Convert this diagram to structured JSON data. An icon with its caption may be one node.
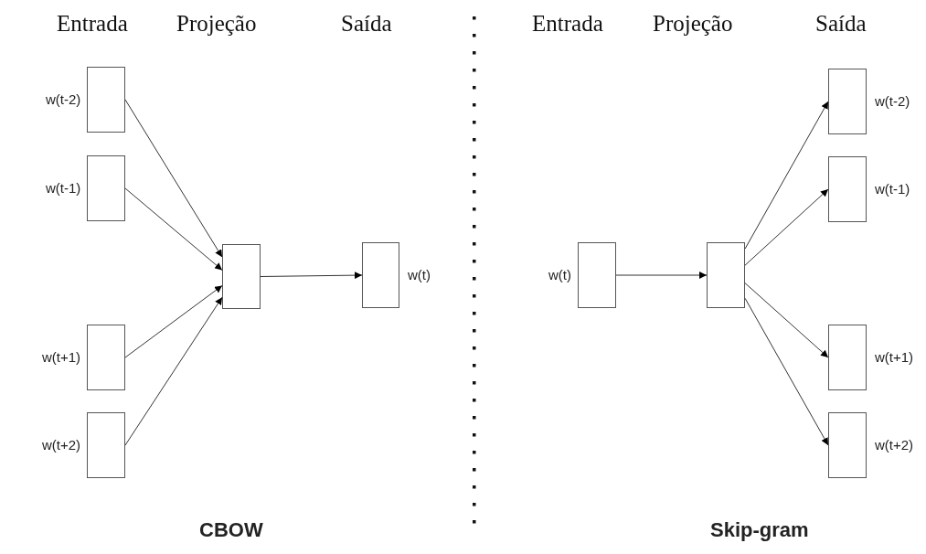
{
  "diagram": {
    "nodes": [
      {
        "text": [],
        "shape": "box",
        "beside": [
          "w(t-2)"
        ]
      },
      {
        "text": [],
        "shape": "box",
        "beside": [
          "w(t-1)"
        ]
      },
      {
        "text": [],
        "shape": "box",
        "beside": [
          "w(t+1)"
        ]
      },
      {
        "text": [],
        "shape": "box",
        "beside": [
          "w(t+2)"
        ]
      },
      {
        "text": [],
        "shape": "box"
      },
      {
        "text": [],
        "shape": "box",
        "beside": [
          "w(t)"
        ]
      },
      {
        "text": [],
        "shape": "box",
        "beside": [
          "w(t)"
        ]
      },
      {
        "text": [],
        "shape": "box"
      },
      {
        "text": [],
        "shape": "box",
        "beside": [
          "w(t-2)"
        ]
      },
      {
        "text": [],
        "shape": "box",
        "beside": [
          "w(t-1)"
        ]
      },
      {
        "text": [],
        "shape": "box",
        "beside": [
          "w(t+1)"
        ]
      },
      {
        "text": [],
        "shape": "box",
        "beside": [
          "w(t+2)"
        ]
      }
    ],
    "edges": [
      {
        "from": 0,
        "to": 4,
        "arrow": "to"
      },
      {
        "from": 1,
        "to": 4,
        "arrow": "to"
      },
      {
        "from": 2,
        "to": 4,
        "arrow": "to"
      },
      {
        "from": 3,
        "to": 4,
        "arrow": "to"
      },
      {
        "from": 4,
        "to": 5,
        "arrow": "to"
      },
      {
        "from": 6,
        "to": 7,
        "arrow": "to"
      },
      {
        "from": 7,
        "to": 8,
        "arrow": "to"
      },
      {
        "from": 7,
        "to": 9,
        "arrow": "to"
      },
      {
        "from": 7,
        "to": 10,
        "arrow": "to"
      },
      {
        "from": 7,
        "to": 11,
        "arrow": "to"
      }
    ],
    "labels": [
      "Entrada",
      "Projeção",
      "Saída",
      "Entrada",
      "Projeção",
      "Saída",
      "CBOW",
      "Skip-gram"
    ]
  }
}
